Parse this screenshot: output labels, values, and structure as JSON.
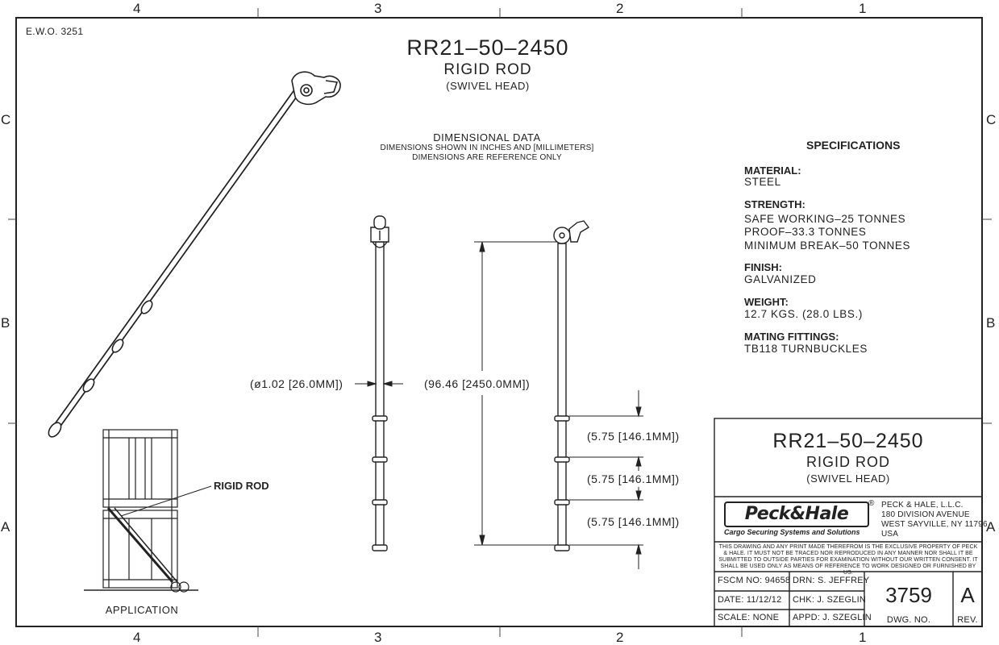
{
  "zones": {
    "top": [
      "4",
      "3",
      "2",
      "1"
    ],
    "bottom": [
      "4",
      "3",
      "2",
      "1"
    ],
    "left": [
      "C",
      "B",
      "A"
    ],
    "right": [
      "C",
      "B",
      "A"
    ]
  },
  "ewo": "E.W.O.  3251",
  "header": {
    "part_number": "RR21–50–2450",
    "name": "RIGID ROD",
    "subtitle": "(SWIVEL HEAD)"
  },
  "dimensional_data": {
    "title": "DIMENSIONAL DATA",
    "line1": "DIMENSIONS SHOWN IN INCHES AND [MILLIMETERS]",
    "line2": "DIMENSIONS ARE REFERENCE ONLY"
  },
  "dimensions": {
    "diameter": "(ø1.02 [26.0MM])",
    "length": "(96.46 [2450.0MM])",
    "spacing": [
      "(5.75 [146.1MM])",
      "(5.75 [146.1MM])",
      "(5.75 [146.1MM])"
    ]
  },
  "application": {
    "callout": "RIGID ROD",
    "caption": "APPLICATION"
  },
  "specifications": {
    "title": "SPECIFICATIONS",
    "material_label": "MATERIAL:",
    "material": [
      "STEEL"
    ],
    "strength_label": "STRENGTH:",
    "strength": [
      "SAFE WORKING–25 TONNES",
      "PROOF–33.3 TONNES",
      "MINIMUM BREAK–50 TONNES"
    ],
    "finish_label": "FINISH:",
    "finish": [
      "GALVANIZED"
    ],
    "weight_label": "WEIGHT:",
    "weight": [
      "12.7 KGS. (28.0 LBS.)"
    ],
    "mating_label": "MATING FITTINGS:",
    "mating": [
      "TB118 TURNBUCKLES"
    ]
  },
  "title_block": {
    "part_number": "RR21–50–2450",
    "name": "RIGID ROD",
    "subtitle": "(SWIVEL HEAD)",
    "logo": "Peck&Hale",
    "logo_mark": "®",
    "tagline": "Cargo Securing Systems and Solutions",
    "company": [
      "PECK & HALE, L.L.C.",
      "180 DIVISION AVENUE",
      "WEST SAYVILLE, NY 11796",
      "USA"
    ],
    "notice": "THIS DRAWING AND ANY PRINT MADE THEREFROM IS THE EXCLUSIVE PROPERTY OF PECK & HALE. IT MUST NOT BE TRACED NOR REPRODUCED IN ANY MANNER NOR SHALL IT BE SUBMITTED TO OUTSIDE PARTIES FOR EXAMINATION WITHOUT OUR WRITTEN CONSENT. IT SHALL BE USED ONLY AS MEANS OF REFERENCE TO WORK DESIGNED OR FURNISHED BY US.",
    "fscm": "FSCM NO: 94658",
    "date": "DATE: 11/12/12",
    "scale": "SCALE:  NONE",
    "drn": "DRN: S. JEFFREY",
    "chk": "CHK: J. SZEGLIN",
    "appd": "APPD: J. SZEGLIN",
    "dwg_no": "3759",
    "dwg_no_label": "DWG. NO.",
    "rev": "A",
    "rev_label": "REV."
  }
}
